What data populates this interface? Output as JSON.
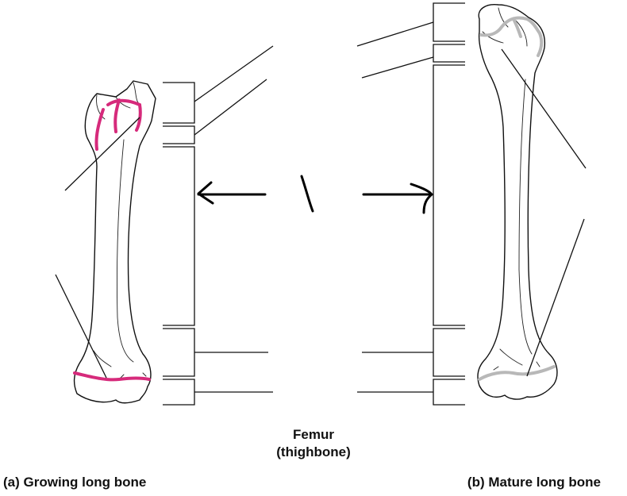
{
  "title": {
    "line1": "Femur",
    "line2": "(thighbone)"
  },
  "captions": {
    "growing": "(a) Growing long bone",
    "mature": "(b) Mature long bone"
  },
  "colors": {
    "epiphyseal_plate": "#d62a7b",
    "epiphyseal_line": "#b8b8b8",
    "ink": "#111111"
  }
}
